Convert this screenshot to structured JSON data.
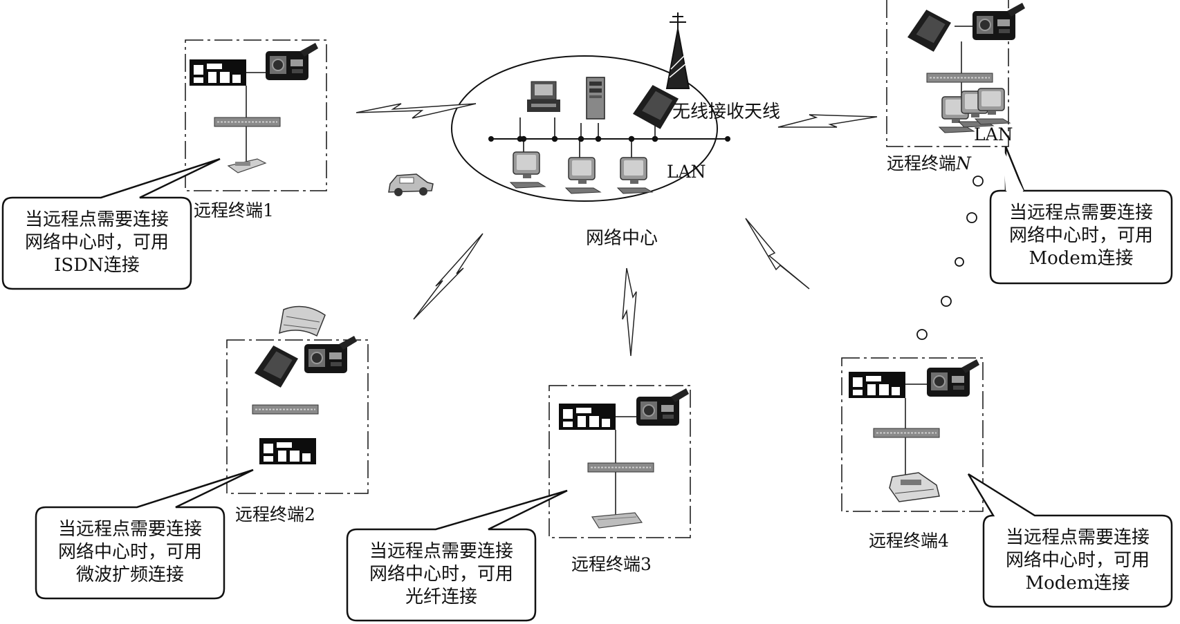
{
  "network_center": {
    "title": "网络中心",
    "antenna_label": "无线接收天线",
    "lan_label": "LAN"
  },
  "terminals": [
    {
      "name": "远程终端1",
      "callout": [
        "当远程点需要连接",
        "网络中心时，可用",
        "ISDN连接"
      ]
    },
    {
      "name": "远程终端2",
      "callout": [
        "当远程点需要连接",
        "网络中心时，可用",
        "微波扩频连接"
      ]
    },
    {
      "name": "远程终端3",
      "callout": [
        "当远程点需要连接",
        "网络中心时，可用",
        "光纤连接"
      ]
    },
    {
      "name": "远程终端4",
      "callout": [
        "当远程点需要连接",
        "网络中心时，可用",
        "Modem连接"
      ]
    },
    {
      "name": "远程终端",
      "name_suffix": "N",
      "lan_label": "LAN",
      "callout": [
        "当远程点需要连接",
        "网络中心时，可用",
        "Modem连接"
      ]
    }
  ]
}
